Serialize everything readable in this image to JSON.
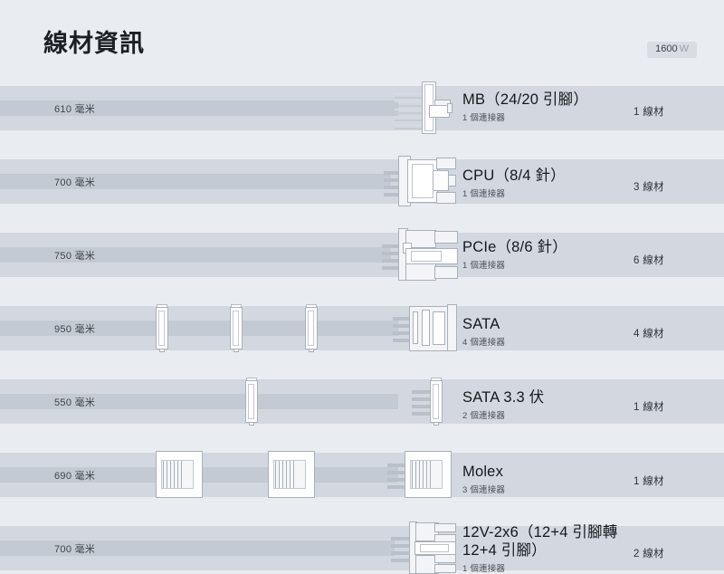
{
  "header": {
    "title": "線材資訊",
    "power_value": "1600",
    "power_unit": "W"
  },
  "labels": {
    "length_unit": "毫米",
    "connector_suffix": "個連接器",
    "cable_suffix": "線材"
  },
  "cables": [
    {
      "length": "610 毫米",
      "name": "MB（24/20 引腳）",
      "connectors": "1 個連接器",
      "count": "1 線材",
      "art": "ribbon-mb",
      "inline_connectors": 0
    },
    {
      "length": "700 毫米",
      "name": "CPU（8/4 針）",
      "connectors": "1 個連接器",
      "count": "3 線材",
      "art": "block-cpu",
      "inline_connectors": 0
    },
    {
      "length": "750 毫米",
      "name": "PCIe（8/6 針）",
      "connectors": "1 個連接器",
      "count": "6 線材",
      "art": "block-pcie",
      "inline_connectors": 0
    },
    {
      "length": "950 毫米",
      "name": "SATA",
      "connectors": "4 個連接器",
      "count": "4 線材",
      "art": "sata",
      "inline_connectors": 3
    },
    {
      "length": "550 毫米",
      "name": "SATA 3.3 伏",
      "connectors": "2 個連接器",
      "count": "1 線材",
      "art": "sata33",
      "inline_connectors": 1
    },
    {
      "length": "690 毫米",
      "name": "Molex",
      "connectors": "3 個連接器",
      "count": "1 線材",
      "art": "molex",
      "inline_connectors": 2
    },
    {
      "length": "700 毫米",
      "name": "12V-2x6（12+4 引腳轉 12+4 引腳）",
      "connectors": "1 個連接器",
      "count": "2 線材",
      "art": "block-12v",
      "inline_connectors": 0
    }
  ],
  "colors": {
    "page_bg": "#e9ecf0",
    "band": "#d3d8e0",
    "cable": "#c4cad3",
    "badge_bg": "#d9dde3",
    "text": "#15181c"
  }
}
